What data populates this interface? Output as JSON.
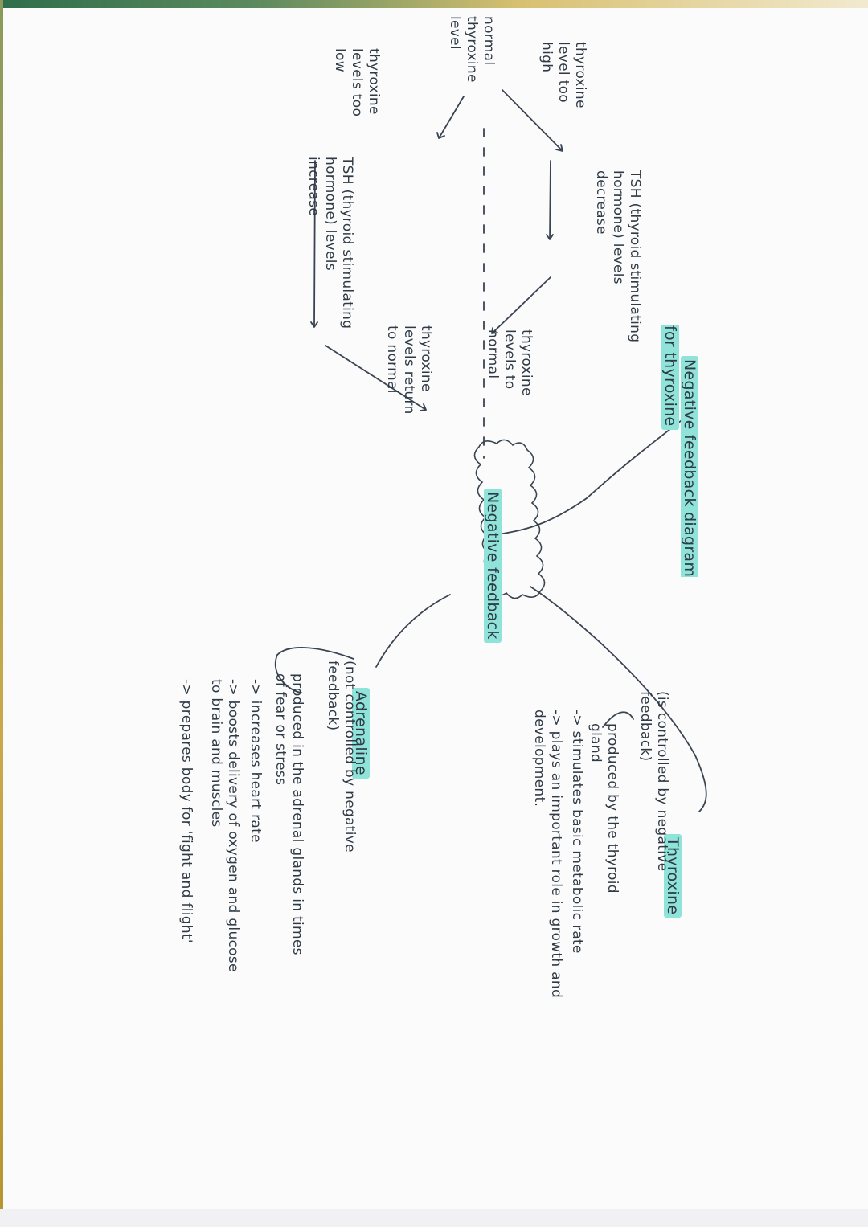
{
  "diagram": {
    "title": "Negative feedback diagram\nfor thyroxine",
    "center_label": "Negative feedback",
    "cycle": {
      "normal_level": "normal\nthyroxine\nlevel",
      "high": "thyroxine\nlevel too\nhigh",
      "tsh_decrease": "TSH (thyroid stimulating\nhormone) levels\ndecrease",
      "to_normal_1": "thyroxine\nlevels to\nnormal",
      "low": "thyroxine\nlevels too\nlow",
      "tsh_increase": "TSH (thyroid stimulating\nhormone) levels\nincrease",
      "to_normal_2": "thyroxine\nlevels return\nto normal"
    },
    "thyroxine": {
      "title": "Thyroxine",
      "subtitle": "(is controlled by negative\nfeedback)",
      "bullets": [
        "produced by the thyroid\ngland",
        "-> stimulates basic metabolic rate",
        "-> plays an important role in growth and\ndevelopment."
      ]
    },
    "adrenaline": {
      "title": "Adrenaline",
      "subtitle": "(not controlled by negative\nfeedback)",
      "bullets": [
        "produced in the adrenal glands in times\nof fear or stress",
        "-> increases heart rate",
        "-> boosts delivery of oxygen and glucose\nto brain and muscles",
        "-> prepares body for 'fight and flight'"
      ]
    },
    "colors": {
      "highlight": "#8fe3d8",
      "ink": "#2f3a45",
      "paper": "#fbfbfc"
    }
  }
}
